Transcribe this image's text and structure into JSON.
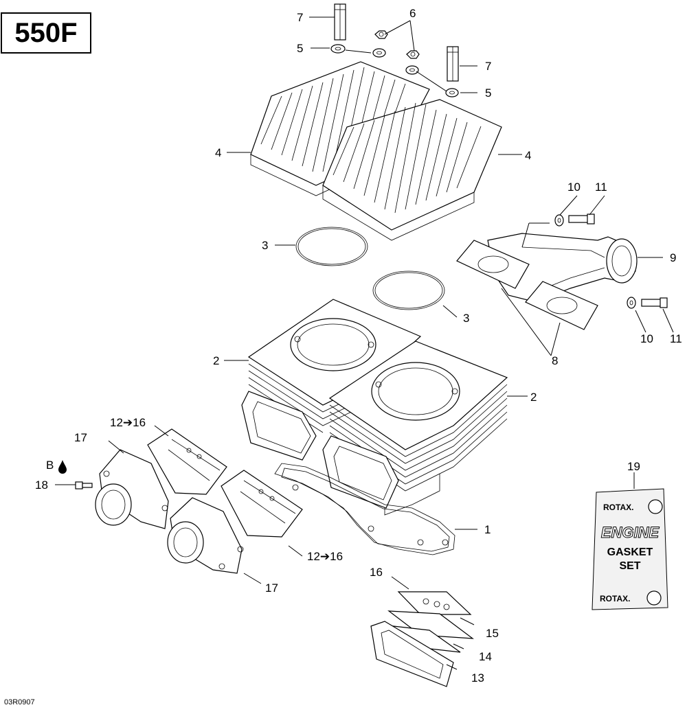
{
  "model": "550F",
  "doc_code": "03R0907",
  "gasket_set": {
    "brand": "ROTAX.",
    "line1": "ENGINE",
    "line2": "GASKET",
    "line3": "SET"
  },
  "callouts": {
    "c1": "1",
    "c2a": "2",
    "c2b": "2",
    "c3a": "3",
    "c3b": "3",
    "c4a": "4",
    "c4b": "4",
    "c5a": "5",
    "c5b": "5",
    "c6": "6",
    "c7a": "7",
    "c7b": "7",
    "c8": "8",
    "c9": "9",
    "c10a": "10",
    "c10b": "10",
    "c11a": "11",
    "c11b": "11",
    "c12a": "12➔16",
    "c12b": "12➔16",
    "c13": "13",
    "c14": "14",
    "c15": "15",
    "c16": "16",
    "c17a": "17",
    "c17b": "17",
    "c18": "18",
    "c19": "19",
    "cB": "B"
  }
}
